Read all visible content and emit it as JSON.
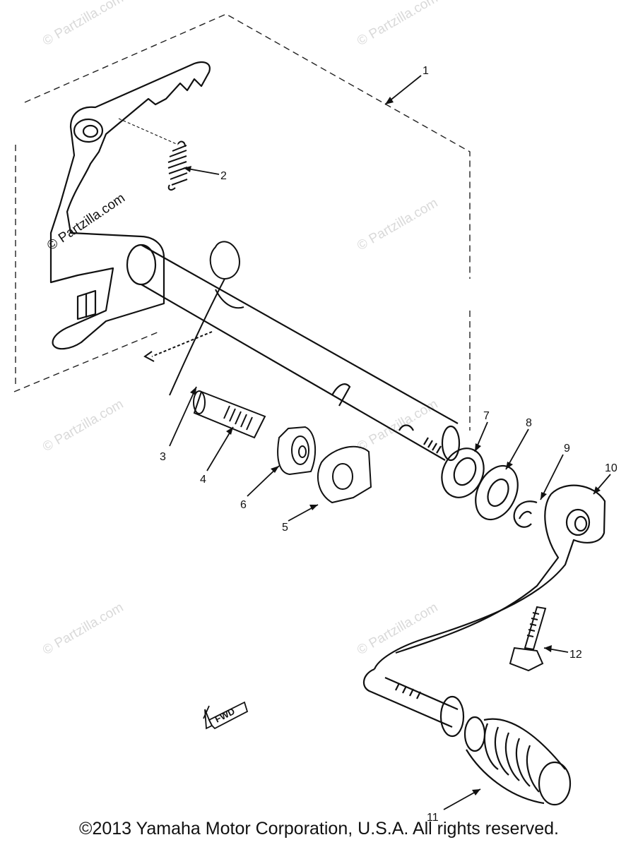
{
  "parts": [
    {
      "ref": "1",
      "name": ""
    },
    {
      "ref": "2",
      "name": ""
    },
    {
      "ref": "3",
      "name": ""
    },
    {
      "ref": "4",
      "name": ""
    },
    {
      "ref": "5",
      "name": ""
    },
    {
      "ref": "6",
      "name": ""
    },
    {
      "ref": "7",
      "name": ""
    },
    {
      "ref": "8",
      "name": ""
    },
    {
      "ref": "9",
      "name": ""
    },
    {
      "ref": "10",
      "name": ""
    },
    {
      "ref": "11",
      "name": ""
    },
    {
      "ref": "12",
      "name": ""
    }
  ],
  "direction_marker": "FWD",
  "watermark": "© Partzilla.com",
  "copyright": "©2013 Yamaha Motor Corporation, U.S.A. All rights reserved."
}
